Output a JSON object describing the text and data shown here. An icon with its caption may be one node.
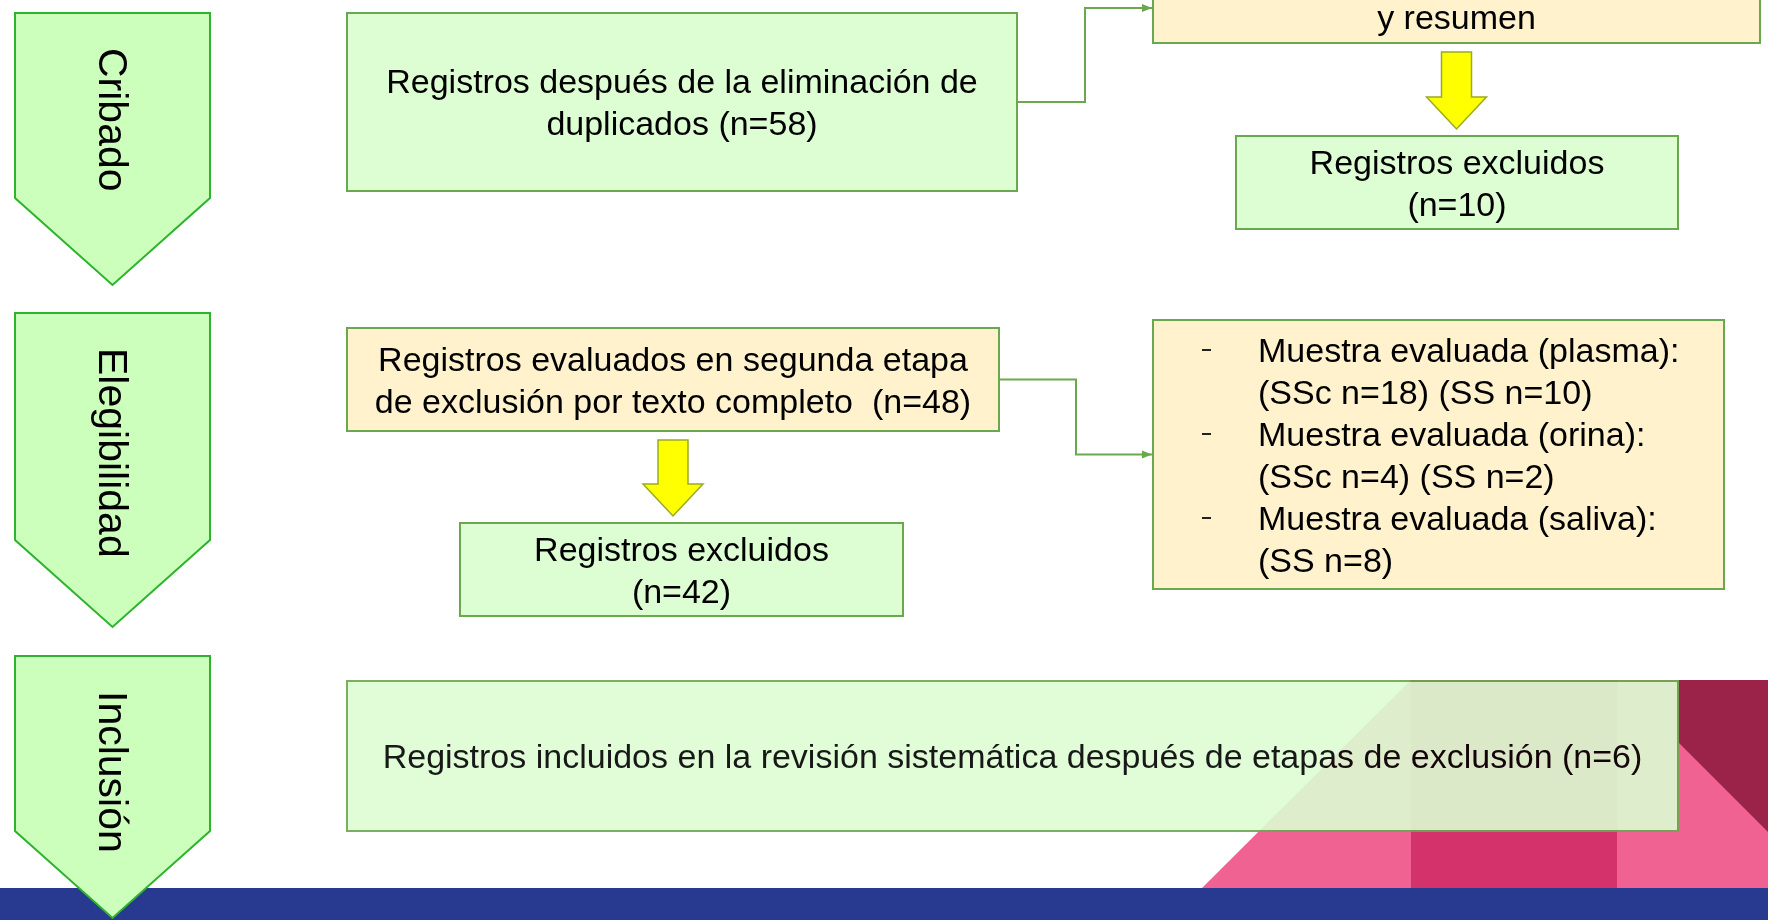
{
  "diagram": {
    "nodes": [
      {
        "text": [
          "Cribado"
        ]
      },
      {
        "text": [
          "Registros después de la eliminación de duplicados (n=58)"
        ]
      },
      {
        "text": [
          "y resumen"
        ]
      },
      {
        "text": [
          "Registros excluidos (n=10)"
        ]
      },
      {
        "text": [
          "Elegibilidad"
        ]
      },
      {
        "text": [
          "Registros evaluados en segunda etapa de exclusión por texto completo  (n=48)"
        ]
      },
      {
        "text": [
          "Registros excluidos (n=42)"
        ]
      },
      {
        "text": [
          "Muestra evaluada (plasma): (SSc n=18) (SS n=10)",
          "Muestra evaluada (orina): (SSc n=4) (SS n=2)",
          "Muestra evaluada (saliva): (SS n=8)"
        ]
      },
      {
        "text": [
          "Inclusión"
        ]
      },
      {
        "text": [
          "Registros incluidos en la revisión sistemática después de etapas de exclusión (n=6)"
        ]
      }
    ],
    "edges": [
      {
        "from": 1,
        "to": 2,
        "arrow": "to"
      },
      {
        "from": 2,
        "to": 3,
        "arrow": "to",
        "style": "thick",
        "color": "#ffff00"
      },
      {
        "from": 5,
        "to": 6,
        "arrow": "to",
        "style": "thick",
        "color": "#ffff00"
      },
      {
        "from": 5,
        "to": 7,
        "arrow": "to"
      }
    ]
  }
}
